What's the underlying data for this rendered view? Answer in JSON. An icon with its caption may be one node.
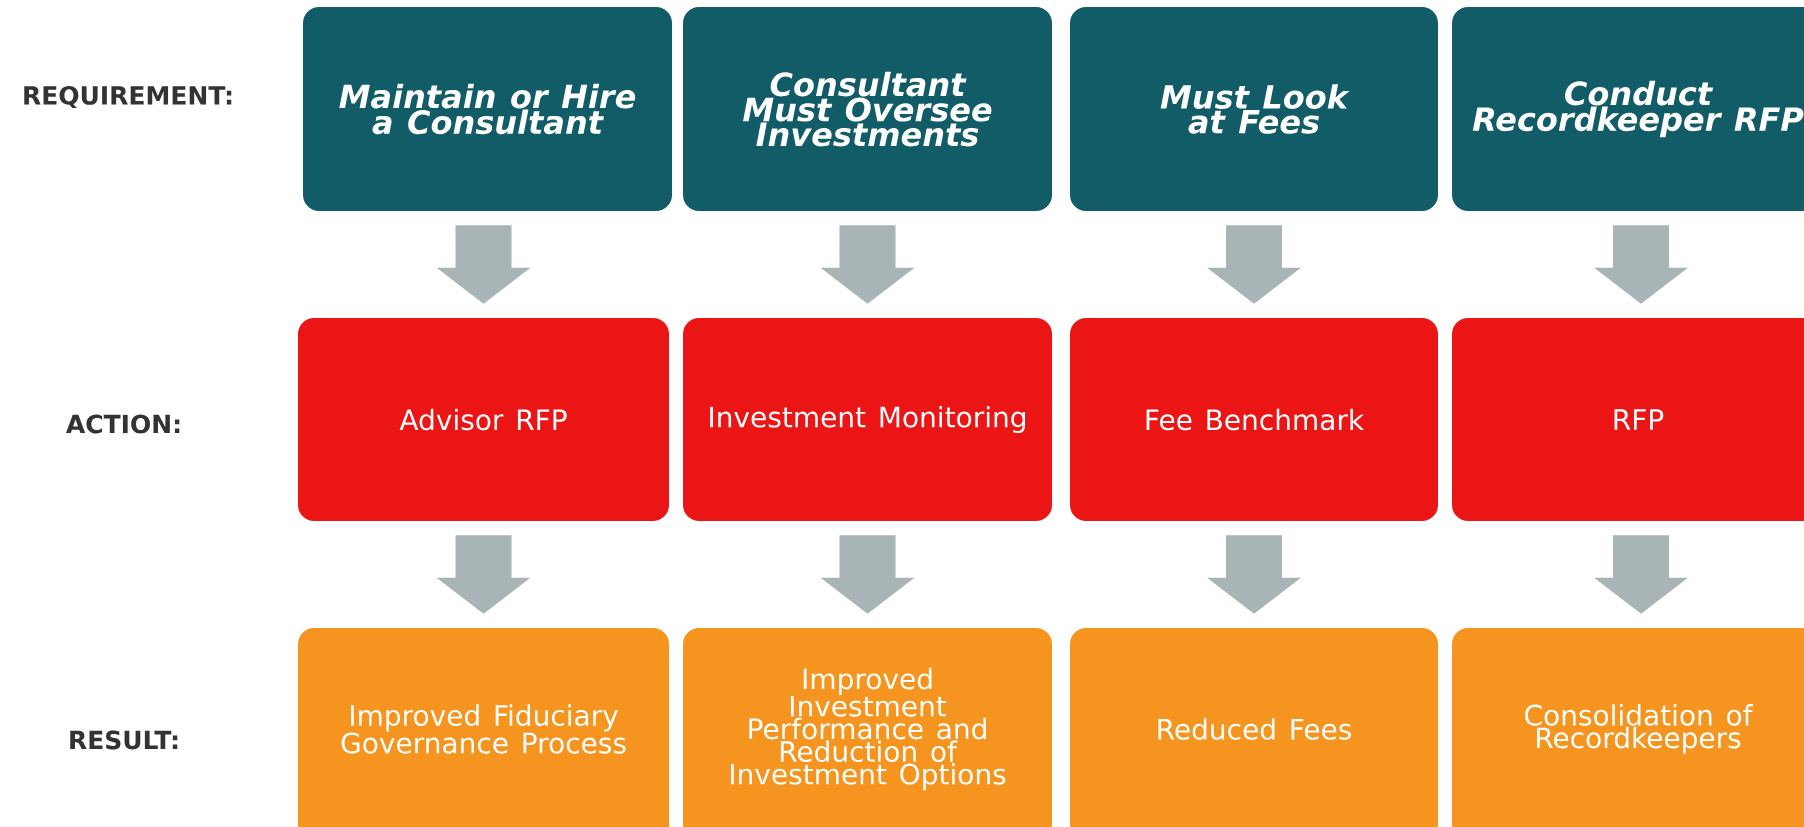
{
  "diagram": {
    "nodes": [
      {
        "text": [
          "Maintain or Hire a Consultant"
        ]
      },
      {
        "text": [
          "Consultant Must Oversee Investments"
        ]
      },
      {
        "text": [
          "Must Look at Fees"
        ]
      },
      {
        "text": [
          "Conduct Recordkeeper RFP"
        ]
      },
      {
        "text": [
          "Advisor RFP"
        ]
      },
      {
        "text": [
          "Investment Monitoring"
        ]
      },
      {
        "text": [
          "Fee Benchmark"
        ]
      },
      {
        "text": [
          "RFP"
        ]
      },
      {
        "text": [
          "Improved Fiduciary Governance Process"
        ]
      },
      {
        "text": [
          "Improved Investment Performance and Reduction of Investment Options"
        ]
      },
      {
        "text": [
          "Reduced Fees"
        ]
      },
      {
        "text": [
          "Consolidation of Recordkeepers"
        ]
      }
    ],
    "edges": [
      {
        "from": 0,
        "to": 4,
        "arrow": "to"
      },
      {
        "from": 1,
        "to": 5,
        "arrow": "to"
      },
      {
        "from": 2,
        "to": 6,
        "arrow": "to"
      },
      {
        "from": 3,
        "to": 7,
        "arrow": "to"
      },
      {
        "from": 4,
        "to": 8,
        "arrow": "to"
      },
      {
        "from": 5,
        "to": 9,
        "arrow": "to"
      },
      {
        "from": 6,
        "to": 10,
        "arrow": "to"
      },
      {
        "from": 7,
        "to": 11,
        "arrow": "to"
      }
    ],
    "labels": [
      "REQUIREMENT:",
      "ACTION:",
      "RESULT:"
    ]
  }
}
